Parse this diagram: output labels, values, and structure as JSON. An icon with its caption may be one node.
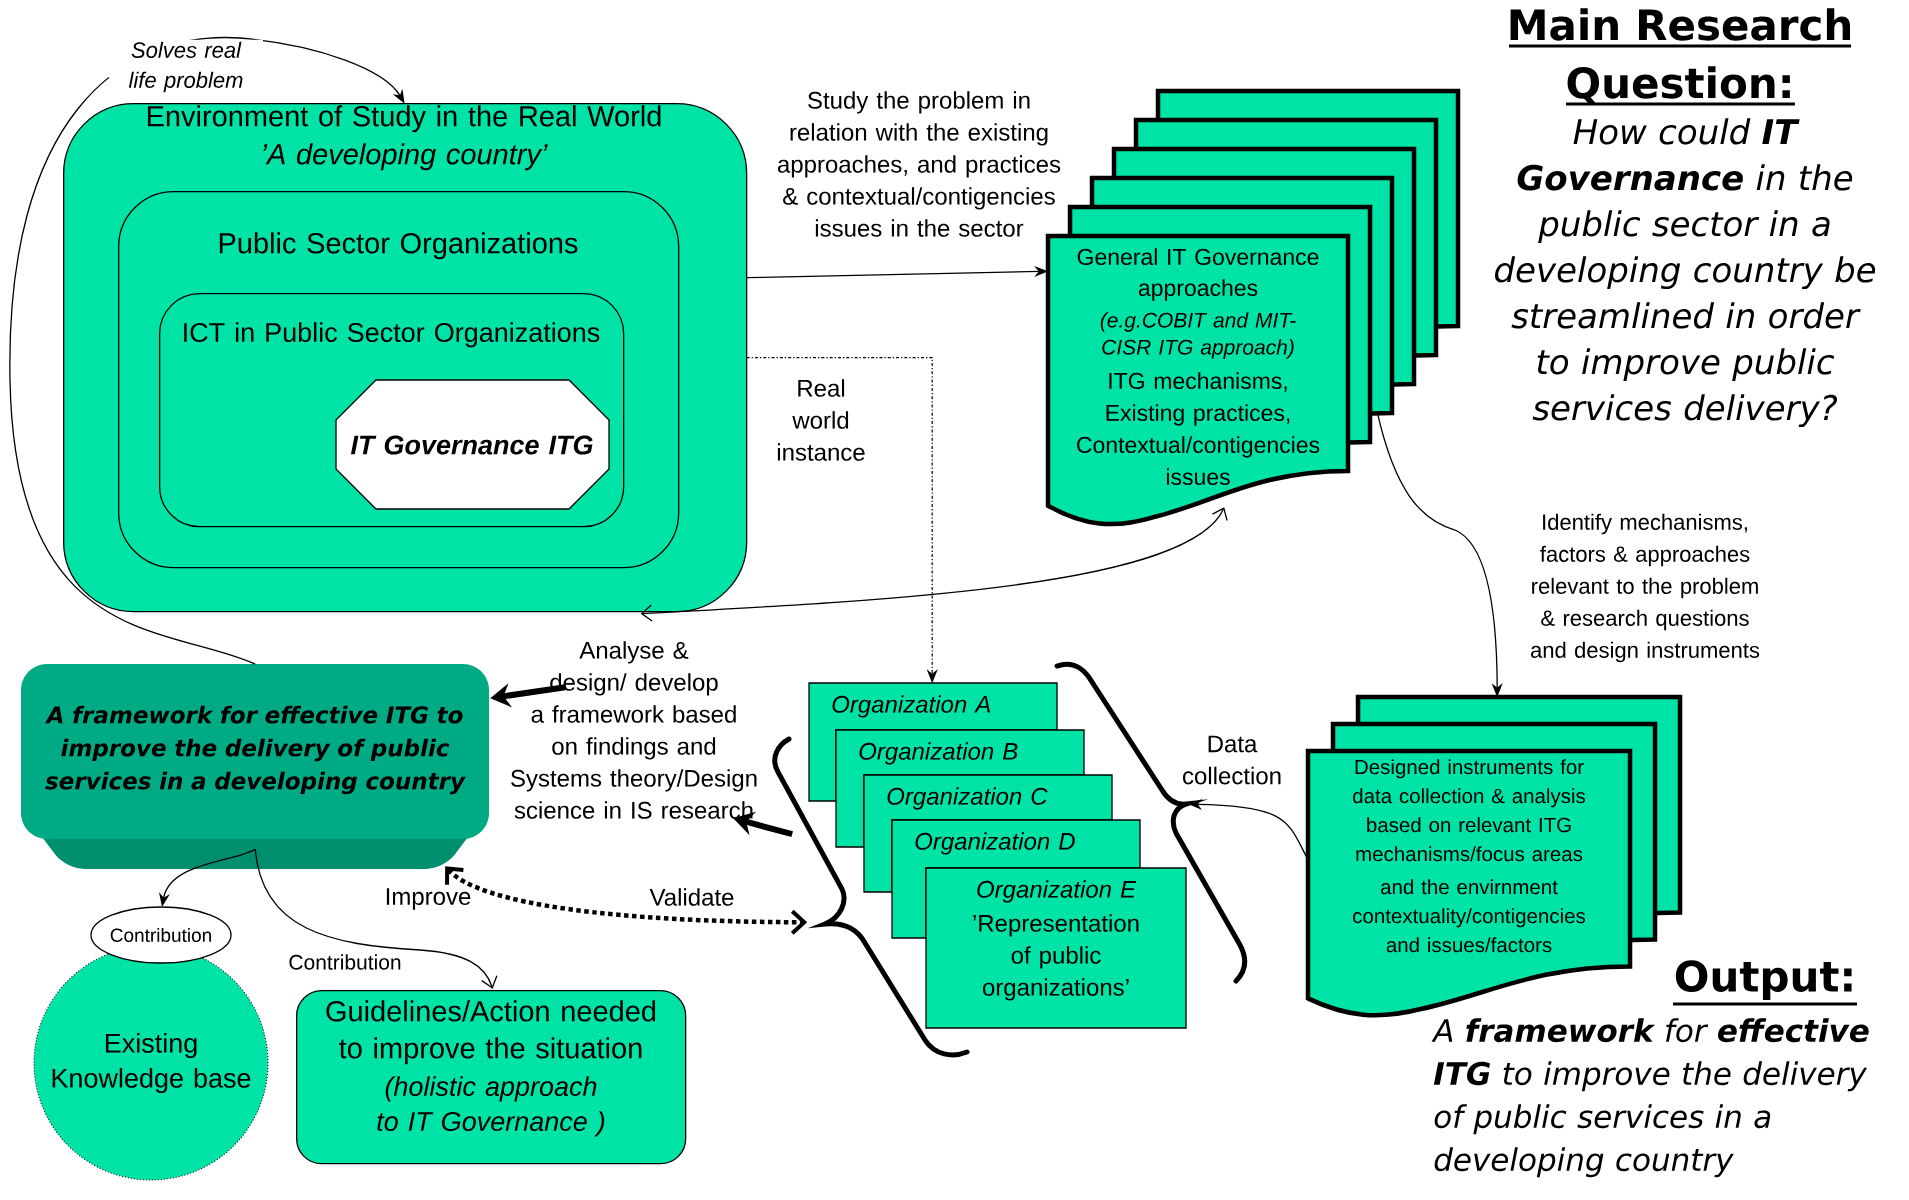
{
  "diagram": {
    "nodes": [
      {
        "text": [
          "Environment of Study in the Real World",
          "’A developing country’"
        ]
      },
      {
        "text": [
          "Public Sector Organizations"
        ],
        "in": 0
      },
      {
        "text": [
          "ICT in Public Sector Organizations"
        ],
        "in": 1
      },
      {
        "text": [
          "IT Governance ITG"
        ],
        "in": 2
      },
      {
        "text": [
          "General IT Governance approaches",
          "(e.g.COBIT and MIT-CISR ITG approach)",
          "ITG mechanisms, Existing practices, Contextual/contigencies issues"
        ]
      },
      {
        "text": [
          "A framework for effective ITG to improve the delivery of public services in a developing country"
        ]
      },
      {
        "text": [
          "Organization A"
        ]
      },
      {
        "text": [
          "Organization B"
        ]
      },
      {
        "text": [
          "Organization C"
        ]
      },
      {
        "text": [
          "Organization D"
        ]
      },
      {
        "text": [
          "Organization E",
          "’Representation of public organizations’"
        ]
      },
      {
        "text": [
          "Designed instruments for data collection & analysis based on relevant ITG mechanisms/focus areas",
          "and the envirnment contextuality/contigencies and issues/factors"
        ]
      },
      {
        "text": [
          "Existing Knowledge base"
        ]
      },
      {
        "text": [
          "Guidelines/Action needed to improve the situation",
          "(holistic approach to IT Governance )"
        ]
      },
      {
        "text": [
          "Contribution"
        ]
      },
      {
        "text": [
          "Analyse & design/ develop",
          "a framework based on findings and Systems theory/Design science in IS research"
        ]
      },
      {
        "text": [],
        "shape": "brace"
      },
      {
        "text": [],
        "shape": "brace"
      }
    ],
    "edges": [
      {
        "from": 5,
        "to": 0,
        "arrow": "to",
        "label": "Solves real life problem"
      },
      {
        "from": 0,
        "to": 4,
        "arrow": "to",
        "label": "Study the problem in relation with the existing approaches, and practices & contextual/contigencies issues in the sector"
      },
      {
        "from": 0,
        "to": 6,
        "arrow": "to",
        "label": "Real world instance",
        "style": "dashed"
      },
      {
        "from": 4,
        "to": 0,
        "arrow": "both"
      },
      {
        "from": 4,
        "to": 11,
        "arrow": "to",
        "label": "Identify mechanisms, factors & approaches relevant to the problem & research questions and design instruments"
      },
      {
        "from": 15,
        "to": 5,
        "arrow": "to",
        "style": "thick"
      },
      {
        "from": 16,
        "to": 15,
        "arrow": "to",
        "style": "thick"
      },
      {
        "from": 5,
        "to": 16,
        "arrow": "both",
        "label": "Validate",
        "style": "dashed"
      },
      {
        "from": 11,
        "to": 17,
        "arrow": "to",
        "label": "Data collection"
      },
      {
        "from": 5,
        "to": 14,
        "arrow": "to"
      },
      {
        "from": 5,
        "to": 13,
        "arrow": "to",
        "label": "Contribution"
      }
    ],
    "labels": [
      "Main Research Question:",
      "How could **IT Governance** in the public sector in a developing country be streamlined in order to improve public services delivery?",
      "Improve",
      "Output:",
      "A **framework** for **effective ITG** to improve the delivery of public services in a developing country"
    ]
  }
}
